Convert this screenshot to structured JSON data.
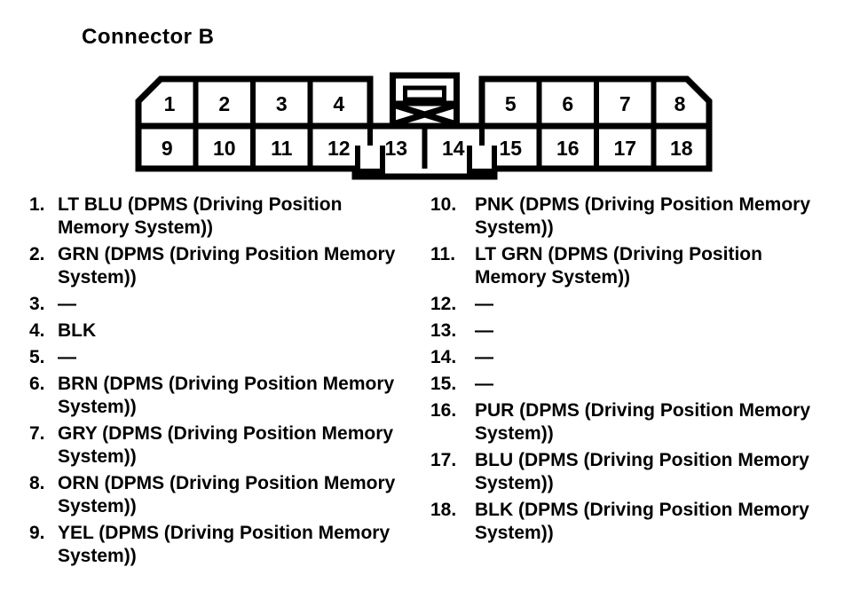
{
  "title": "Connector B",
  "colors": {
    "ink": "#000000",
    "paper": "#ffffff"
  },
  "connector": {
    "top_row": [
      "1",
      "2",
      "3",
      "4",
      "5",
      "6",
      "7",
      "8"
    ],
    "bottom_row": [
      "9",
      "10",
      "11",
      "12",
      "13",
      "14",
      "15",
      "16",
      "17",
      "18"
    ],
    "lock_symbol": "keyway-lock-x"
  },
  "pin_list": {
    "left": [
      {
        "num": "1.",
        "lines": [
          "LT BLU (DPMS (Driving Position",
          "Memory System))"
        ]
      },
      {
        "num": "2.",
        "lines": [
          "GRN (DPMS (Driving Position Memory",
          "System))"
        ]
      },
      {
        "num": "3.",
        "lines": [
          "—"
        ]
      },
      {
        "num": "4.",
        "lines": [
          "BLK"
        ]
      },
      {
        "num": "5.",
        "lines": [
          "—"
        ]
      },
      {
        "num": "6.",
        "lines": [
          "BRN (DPMS (Driving Position Memory",
          "System))"
        ]
      },
      {
        "num": "7.",
        "lines": [
          "GRY (DPMS (Driving Position Memory",
          "System))"
        ]
      },
      {
        "num": "8.",
        "lines": [
          "ORN (DPMS (Driving Position Memory",
          "System))"
        ]
      },
      {
        "num": "9.",
        "lines": [
          "YEL (DPMS (Driving Position Memory",
          "System))"
        ]
      }
    ],
    "right": [
      {
        "num": "10.",
        "lines": [
          "PNK (DPMS (Driving Position Memory",
          "System))"
        ]
      },
      {
        "num": "11.",
        "lines": [
          "LT GRN (DPMS (Driving Position",
          "Memory System))"
        ]
      },
      {
        "num": "12.",
        "lines": [
          "—"
        ]
      },
      {
        "num": "13.",
        "lines": [
          "—"
        ]
      },
      {
        "num": "14.",
        "lines": [
          "—"
        ]
      },
      {
        "num": "15.",
        "lines": [
          "—"
        ]
      },
      {
        "num": "16.",
        "lines": [
          "PUR (DPMS (Driving Position Memory",
          "System))"
        ]
      },
      {
        "num": "17.",
        "lines": [
          "BLU (DPMS (Driving Position Memory",
          "System))"
        ]
      },
      {
        "num": "18.",
        "lines": [
          "BLK (DPMS (Driving Position Memory",
          "System))"
        ]
      }
    ]
  }
}
